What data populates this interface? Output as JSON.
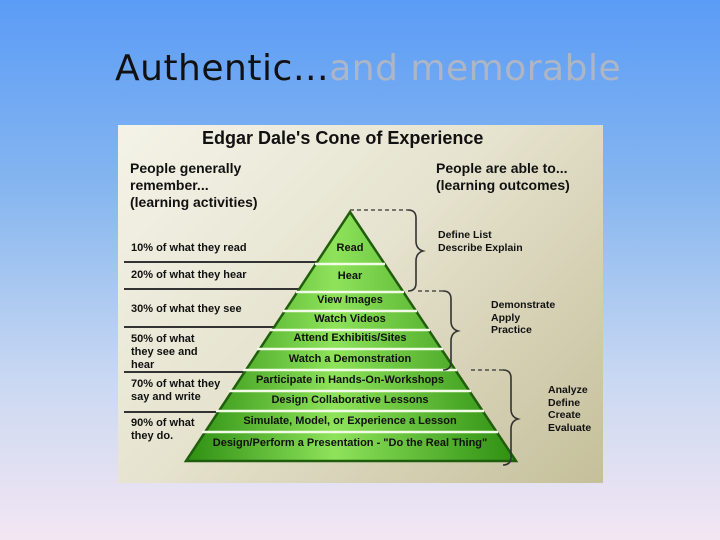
{
  "slide": {
    "title_part1": "Authentic…",
    "title_part2": "and memorable"
  },
  "diagram": {
    "title": "Edgar Dale's Cone of Experience",
    "left_header": "People generally\nremember...\n(learning activities)",
    "right_header": "People are able to...\n(learning outcomes)",
    "left_labels": [
      "10% of what they read",
      "20% of what they hear",
      "30% of what they see",
      "50% of what\nthey see and\nhear",
      "70% of what they\nsay and write",
      "90% of what\nthey do."
    ],
    "layers": [
      "Read",
      "Hear",
      "View Images",
      "Watch Videos",
      "Attend Exhibitis/Sites",
      "Watch a Demonstration",
      "Participate in Hands-On-Workshops",
      "Design Collaborative Lessons",
      "Simulate, Model, or Experience a Lesson",
      "Design/Perform a Presentation - \"Do the Real Thing\""
    ],
    "right_groups": [
      "Define    List\nDescribe Explain",
      "Demonstrate\nApply\nPractice",
      "Analyze\nDefine\nCreate\nEvaluate"
    ],
    "colors": {
      "pyramid_fill": "#4fc21f",
      "pyramid_light": "#8ee35a",
      "pyramid_dark": "#2e8f12",
      "pyramid_outline": "#1f5e0c"
    }
  }
}
